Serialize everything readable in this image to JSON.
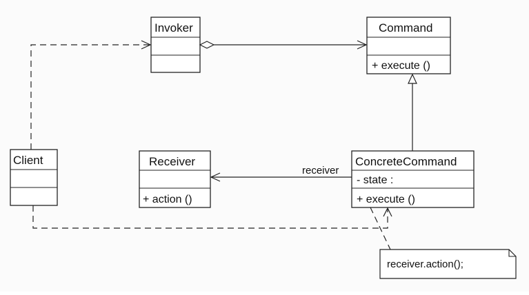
{
  "diagram": {
    "classes": {
      "invoker": {
        "name": "Invoker",
        "attributes": [],
        "operations": []
      },
      "command": {
        "name": "Command",
        "attributes": [],
        "operations": [
          "+ execute ()"
        ]
      },
      "client": {
        "name": "Client",
        "attributes": [],
        "operations": []
      },
      "receiver": {
        "name": "Receiver",
        "attributes": [],
        "operations": [
          "+ action ()"
        ]
      },
      "concrete_command": {
        "name": "ConcreteCommand",
        "attributes": [
          "- state :"
        ],
        "operations": [
          "+ execute ()"
        ]
      }
    },
    "relations": {
      "receiver_role": "receiver"
    },
    "note": {
      "text": "receiver.action();"
    }
  }
}
